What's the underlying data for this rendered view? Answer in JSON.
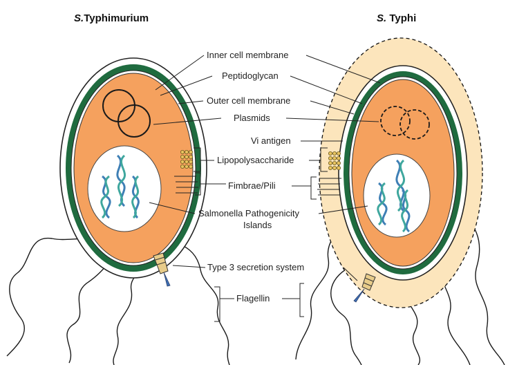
{
  "titles": {
    "left_prefix": "S.",
    "left_rest": "Typhimurium",
    "right_prefix": "S.",
    "right_rest": " Typhi"
  },
  "labels": {
    "inner_membrane": "Inner cell membrane",
    "peptidoglycan": "Peptidoglycan",
    "outer_membrane": "Outer cell membrane",
    "plasmids": "Plasmids",
    "vi_antigen": "Vi antigen",
    "lps": "Lipopolysaccharide",
    "fimbrae": "Fimbrae/Pili",
    "spi_line1": "Salmonella Pathogenicity",
    "spi_line2": "Islands",
    "t3ss": "Type 3 secretion system",
    "flagellin": "Flagellin"
  },
  "colors": {
    "cytoplasm": "#F5A15E",
    "membrane_green": "#1F6B3F",
    "vi_capsule": "#FCE5BC",
    "nucleoid": "#FFFFFF",
    "dna_blue": "#3E7FB5",
    "dna_teal": "#3FA79E",
    "lps_yellow": "#E7C25E"
  }
}
